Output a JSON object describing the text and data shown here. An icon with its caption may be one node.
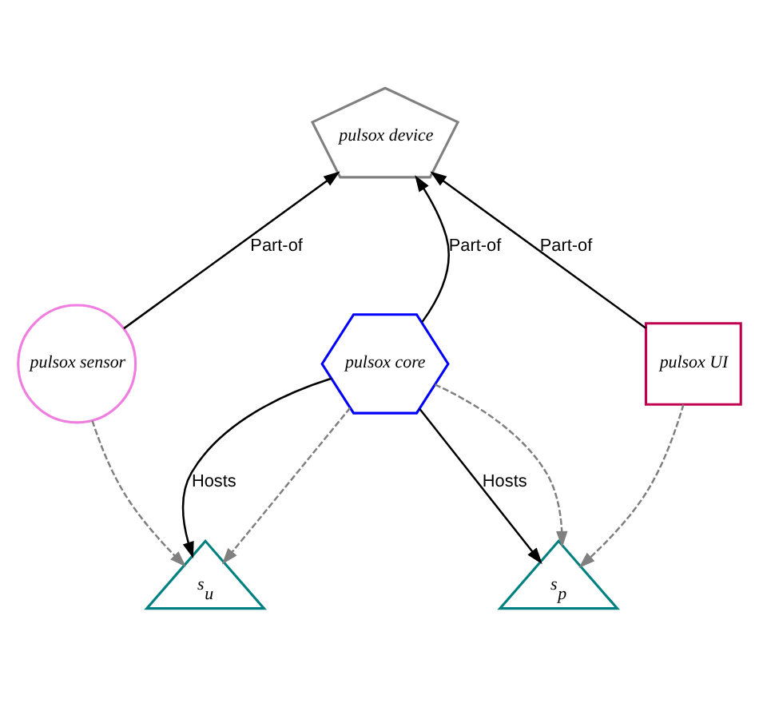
{
  "diagram": {
    "nodes": [
      {
        "text": [
          "pulsox device"
        ]
      },
      {
        "text": [
          "pulsox sensor"
        ]
      },
      {
        "text": [
          "pulsox core"
        ]
      },
      {
        "text": [
          "pulsox UI"
        ]
      },
      {
        "text": [
          "s$_{u}$"
        ]
      },
      {
        "text": [
          "s$_{p}$"
        ]
      }
    ],
    "edges": [
      {
        "from": 1,
        "to": 0,
        "arrow": "to",
        "label": "Part-of"
      },
      {
        "from": 2,
        "to": 0,
        "arrow": "to",
        "label": "Part-of"
      },
      {
        "from": 3,
        "to": 0,
        "arrow": "to",
        "label": "Part-of"
      },
      {
        "from": 2,
        "to": 4,
        "arrow": "to",
        "label": "Hosts"
      },
      {
        "from": 2,
        "to": 5,
        "arrow": "to",
        "label": "Hosts"
      },
      {
        "from": 1,
        "to": 4,
        "arrow": "to",
        "style": "dashed",
        "color": "#808080"
      },
      {
        "from": 2,
        "to": 4,
        "arrow": "to",
        "style": "dashed",
        "color": "#808080"
      },
      {
        "from": 2,
        "to": 5,
        "arrow": "to",
        "style": "dashed",
        "color": "#808080"
      },
      {
        "from": 3,
        "to": 5,
        "arrow": "to",
        "style": "dashed",
        "color": "#808080"
      }
    ]
  }
}
